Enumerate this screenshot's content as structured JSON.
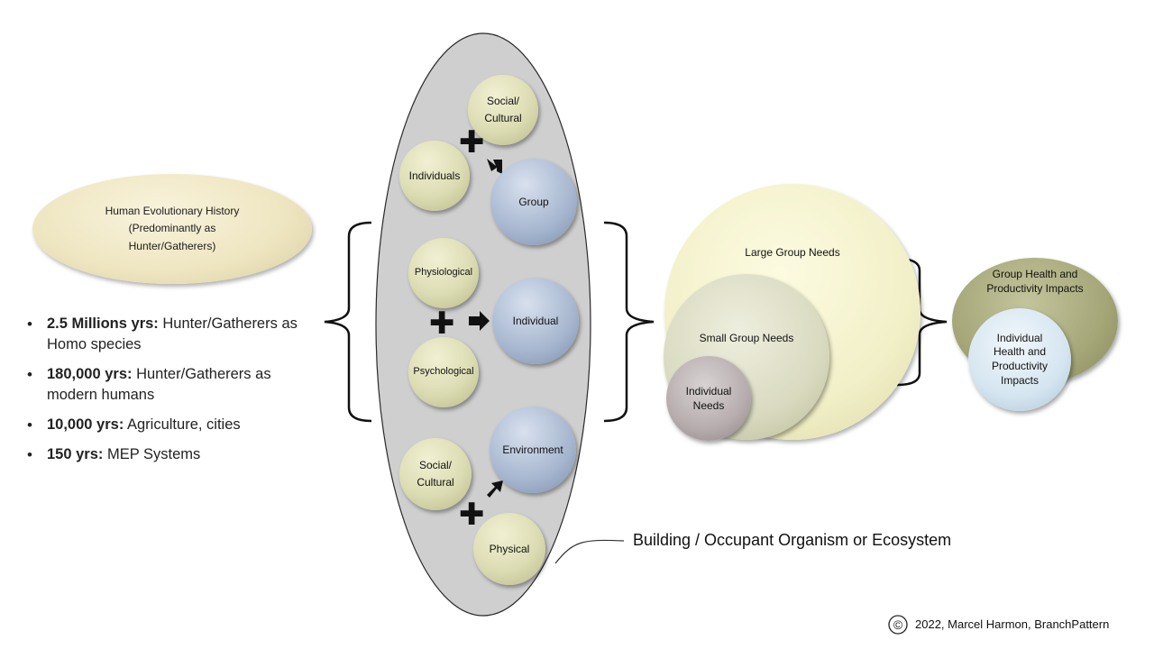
{
  "history_oval": {
    "line1": "Human Evolutionary History",
    "line2": "(Predominantly as",
    "line3": "Hunter/Gatherers)"
  },
  "timeline": [
    {
      "bold": "2.5 Millions  yrs:",
      "text": " Hunter/Gatherers as Homo species"
    },
    {
      "bold": "180,000 yrs:",
      "text": " Hunter/Gatherers as modern humans"
    },
    {
      "bold": "10,000 yrs:",
      "text": " Agriculture, cities"
    },
    {
      "bold": "150 yrs:",
      "text": " MEP Systems"
    }
  ],
  "ecosystem": {
    "top": {
      "social_cultural_1": "Social/",
      "social_cultural_2": "Cultural",
      "individuals": "Individuals",
      "group": "Group"
    },
    "middle": {
      "physiological": "Physiological",
      "psychological": "Psychological",
      "individual": "Individual"
    },
    "bottom": {
      "social_cultural_1": "Social/",
      "social_cultural_2": "Cultural",
      "physical": "Physical",
      "environment": "Environment"
    },
    "plus_symbol": "✚"
  },
  "needs": {
    "large": "Large Group Needs",
    "small": "Small Group Needs",
    "individual_1": "Individual",
    "individual_2": "Needs"
  },
  "impacts": {
    "group_1": "Group Health and",
    "group_2": "Productivity Impacts",
    "individual_1": "Individual",
    "individual_2": "Health and",
    "individual_3": "Productivity",
    "individual_4": "Impacts"
  },
  "callout": "Building / Occupant Organism or Ecosystem",
  "copyright": {
    "symbol": "©",
    "text": "2022, Marcel Harmon, BranchPattern"
  },
  "colors": {
    "cream": "#dcdcb3",
    "blue": "#a6b6cf",
    "olive": "#a4a67a",
    "gray_oval": "#cfcfcf"
  }
}
